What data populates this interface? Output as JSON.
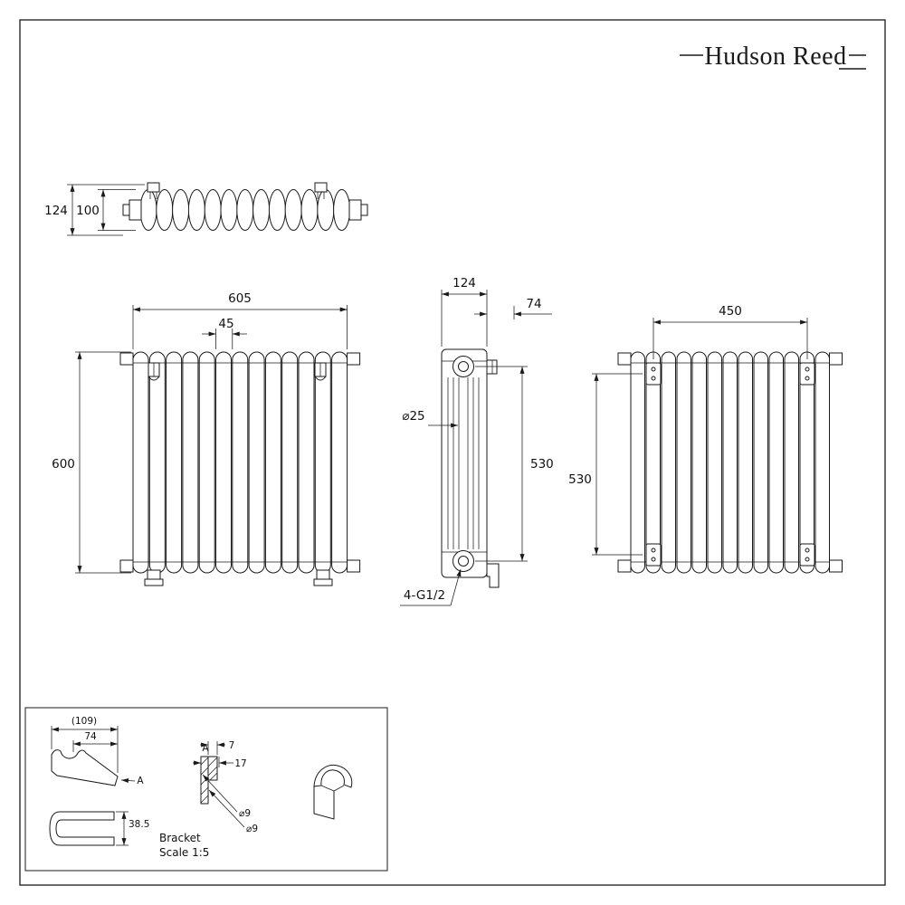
{
  "colors": {
    "ink": "#1a1a1a",
    "background": "#ffffff"
  },
  "brand": {
    "logo_text": "Hudson Reed"
  },
  "views": {
    "top_view": {
      "dim_depth_overall": "124",
      "dim_depth_columns": "100"
    },
    "front_view": {
      "dim_width": "605",
      "dim_section_pitch": "45",
      "dim_height": "600"
    },
    "side_view": {
      "dim_depth": "124",
      "dim_bracket_projection": "74",
      "dim_pipe_diameter": "⌀25",
      "dim_tapping_centres": "530",
      "dim_connections": "4-G1/2"
    },
    "rear_view": {
      "dim_bracket_spacing_h": "450",
      "dim_bracket_spacing_v": "530"
    }
  },
  "bracket_detail": {
    "label": "Bracket",
    "scale": "Scale 1:5",
    "dim_overall_ref": "(109)",
    "dim_length": "74",
    "arrow_label_a": "A",
    "section_label_a": "A",
    "dim_height": "38.5",
    "dim_t1": "7",
    "dim_t2": "17",
    "dim_hole_1": "⌀9",
    "dim_hole_2": "⌀9"
  }
}
